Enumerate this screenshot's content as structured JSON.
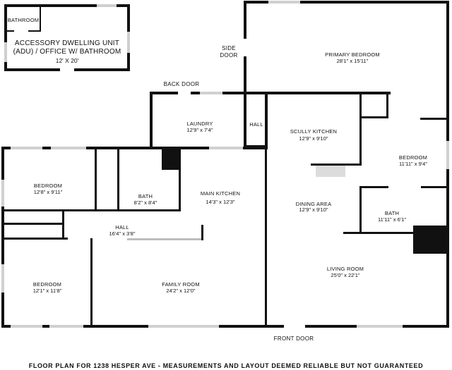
{
  "adu": {
    "bathroom": "BATHROOM",
    "title_line1": "ACCESSORY DWELLING UNIT",
    "title_line2": "(ADU) / OFFICE W/ BATHROOM",
    "dims": "12' X 20'"
  },
  "labels": {
    "side_door": [
      "SIDE",
      "DOOR"
    ],
    "back_door": "BACK DOOR",
    "front_door": "FRONT DOOR"
  },
  "rooms": {
    "primary_bedroom": {
      "name": "PRIMARY BEDROOM",
      "dims": "28'1\" x 15'11\""
    },
    "laundry": {
      "name": "LAUNDRY",
      "dims": "12'9\" x 7'4\""
    },
    "hall_upper": {
      "name": "HALL"
    },
    "scully_kitchen": {
      "name": "SCULLY KITCHEN",
      "dims": "12'9\" x 9'10\""
    },
    "bedroom_east": {
      "name": "BEDROOM",
      "dims": "11'11\" x 9'4\""
    },
    "bedroom_nw": {
      "name": "BEDROOM",
      "dims": "12'8\" x 9'11\""
    },
    "bath_center": {
      "name": "BATH",
      "dims": "8'2\" x 8'4\""
    },
    "main_kitchen": {
      "name": "MAIN KITCHEN",
      "dims": "14'3\" x 12'3\""
    },
    "dining_area": {
      "name": "DINING AREA",
      "dims": "12'9\" x 9'10\""
    },
    "bath_east": {
      "name": "BATH",
      "dims": "11'11\" x 6'1\""
    },
    "hall_lower": {
      "name": "HALL",
      "dims": "16'4\" x 3'8\""
    },
    "bedroom_sw": {
      "name": "BEDROOM",
      "dims": "12'1\" x 11'8\""
    },
    "family_room": {
      "name": "FAMILY ROOM",
      "dims": "24'2\" x 12'0\""
    },
    "living_room": {
      "name": "LIVING ROOM",
      "dims": "25'0\" x 22'1\""
    }
  },
  "caption": "FLOOR PLAN FOR 1238 HESPER AVE - MEASUREMENTS AND LAYOUT DEEMED RELIABLE BUT NOT GUARANTEED"
}
